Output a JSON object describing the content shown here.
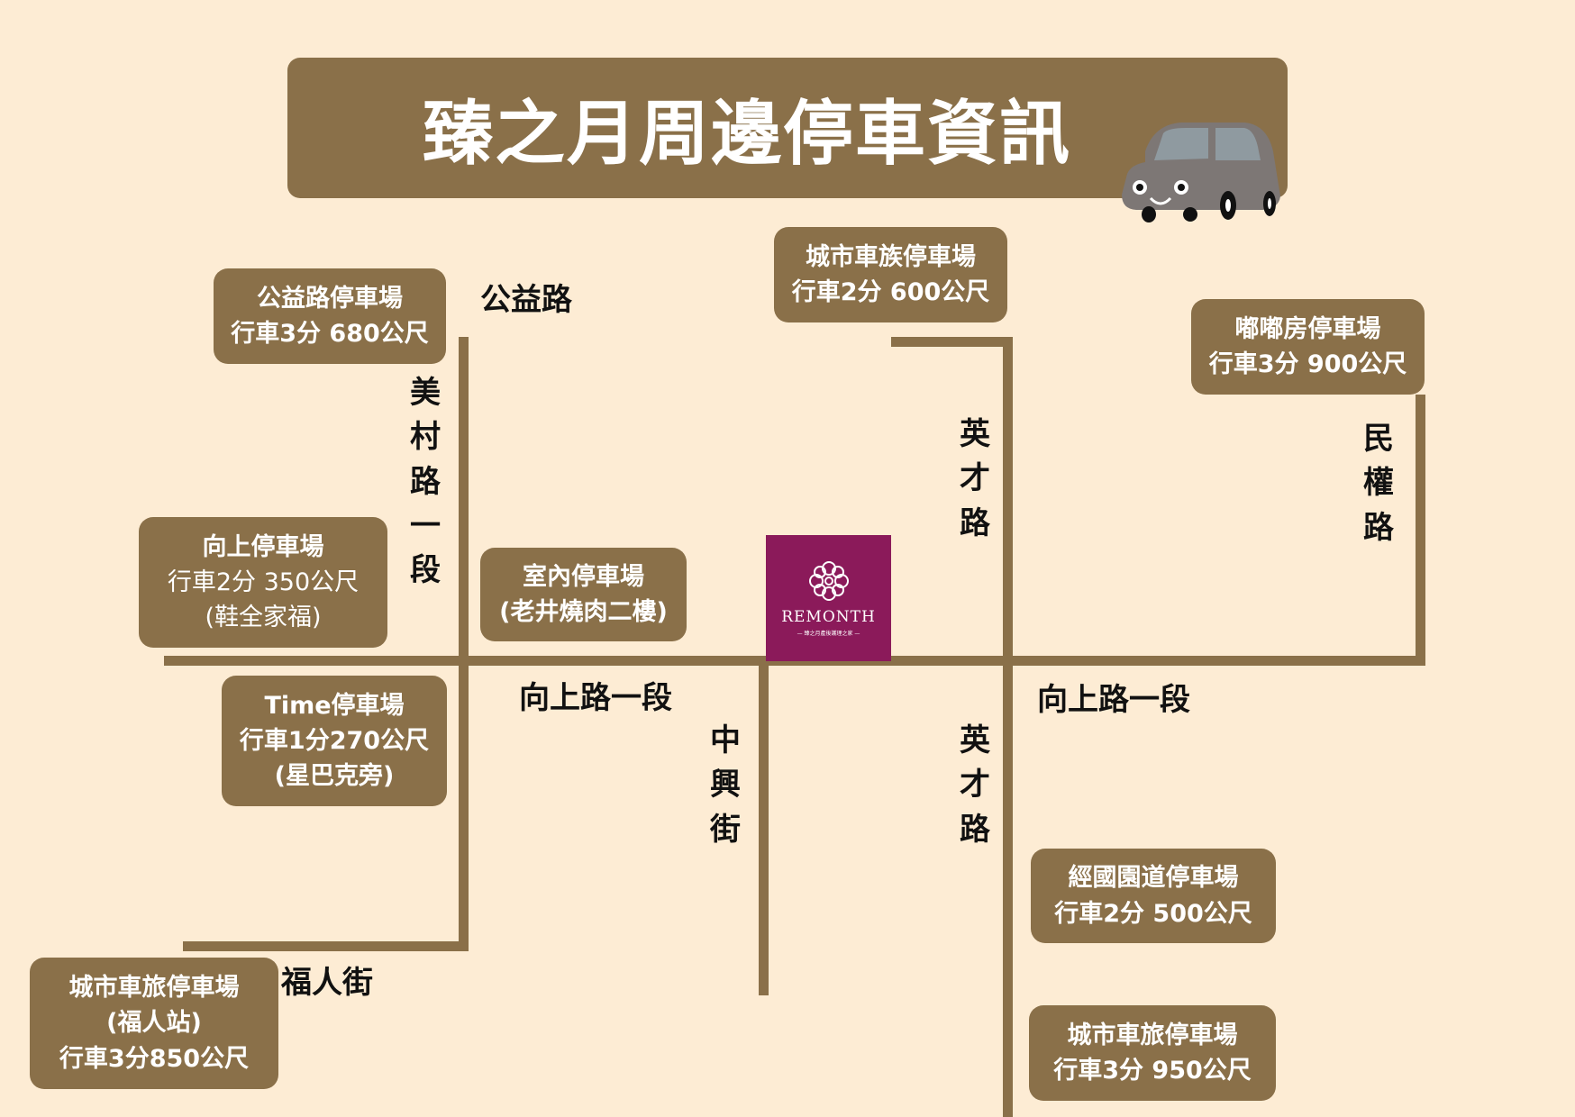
{
  "title": "臻之月周邊停車資訊",
  "colors": {
    "background": "#fdecd4",
    "box": "#8a7049",
    "logo": "#8b1a5a"
  },
  "logo": {
    "name": "REMONTH",
    "subtitle": "— 臻之月產後護理之家 —"
  },
  "parking": [
    {
      "name": "公益路停車場",
      "info": "行車3分 680公尺"
    },
    {
      "name": "城市車族停車場",
      "info": "行車2分  600公尺"
    },
    {
      "name": "嘟嘟房停車場",
      "info": "行車3分  900公尺"
    },
    {
      "name": "向上停車場",
      "info": "行車2分 350公尺",
      "note": "(鞋全家福)"
    },
    {
      "name": "室內停車場",
      "note": "(老井燒肉二樓)"
    },
    {
      "name": "Time停車場",
      "info": "行車1分270公尺",
      "note": "(星巴克旁)"
    },
    {
      "name": "城市車旅停車場",
      "note": "(福人站)",
      "info": "行車3分850公尺"
    },
    {
      "name": "經國園道停車場",
      "info": "行車2分  500公尺"
    },
    {
      "name": "城市車旅停車場",
      "info": "行車3分  950公尺"
    }
  ],
  "roads": {
    "gongyi": "公益路",
    "meicun": [
      "美",
      "村",
      "路",
      "一",
      "段"
    ],
    "yingcai_top": [
      "英",
      "才",
      "路"
    ],
    "minquan": [
      "民",
      "權",
      "路"
    ],
    "xiangshang_left": "向上路一段",
    "xiangshang_right": "向上路一段",
    "zhongxing": [
      "中",
      "興",
      "街"
    ],
    "yingcai_bottom": [
      "英",
      "才",
      "路"
    ],
    "furen": "福人街"
  }
}
